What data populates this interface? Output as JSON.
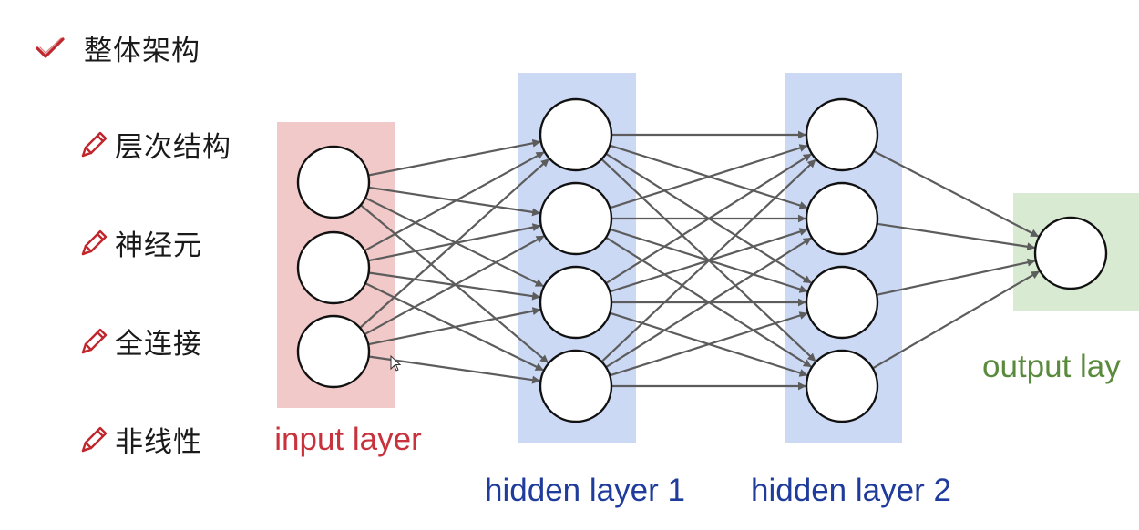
{
  "outline": {
    "title": "整体架构",
    "items": [
      {
        "label": "层次结构",
        "icon": "pencil-icon"
      },
      {
        "label": "神经元",
        "icon": "pencil-icon"
      },
      {
        "label": "全连接",
        "icon": "pencil-icon"
      },
      {
        "label": "非线性",
        "icon": "pencil-icon"
      }
    ],
    "title_icon": "checkmark-icon"
  },
  "network": {
    "layers": [
      {
        "label": "input layer",
        "neurons": 3,
        "band_color": "#f2c9c9",
        "label_color": "#c8323c"
      },
      {
        "label": "hidden layer 1",
        "neurons": 4,
        "band_color": "#ccd9f5",
        "label_color": "#1f3b9c"
      },
      {
        "label": "hidden layer 2",
        "neurons": 4,
        "band_color": "#ccd9f5",
        "label_color": "#1f3b9c"
      },
      {
        "label": "output lay",
        "neurons": 1,
        "band_color": "#d9ead3",
        "label_color": "#5a8a3c"
      }
    ],
    "connectivity": "fully-connected",
    "edge_color": "#5c5c5c",
    "icon_color": "#c0272d"
  }
}
